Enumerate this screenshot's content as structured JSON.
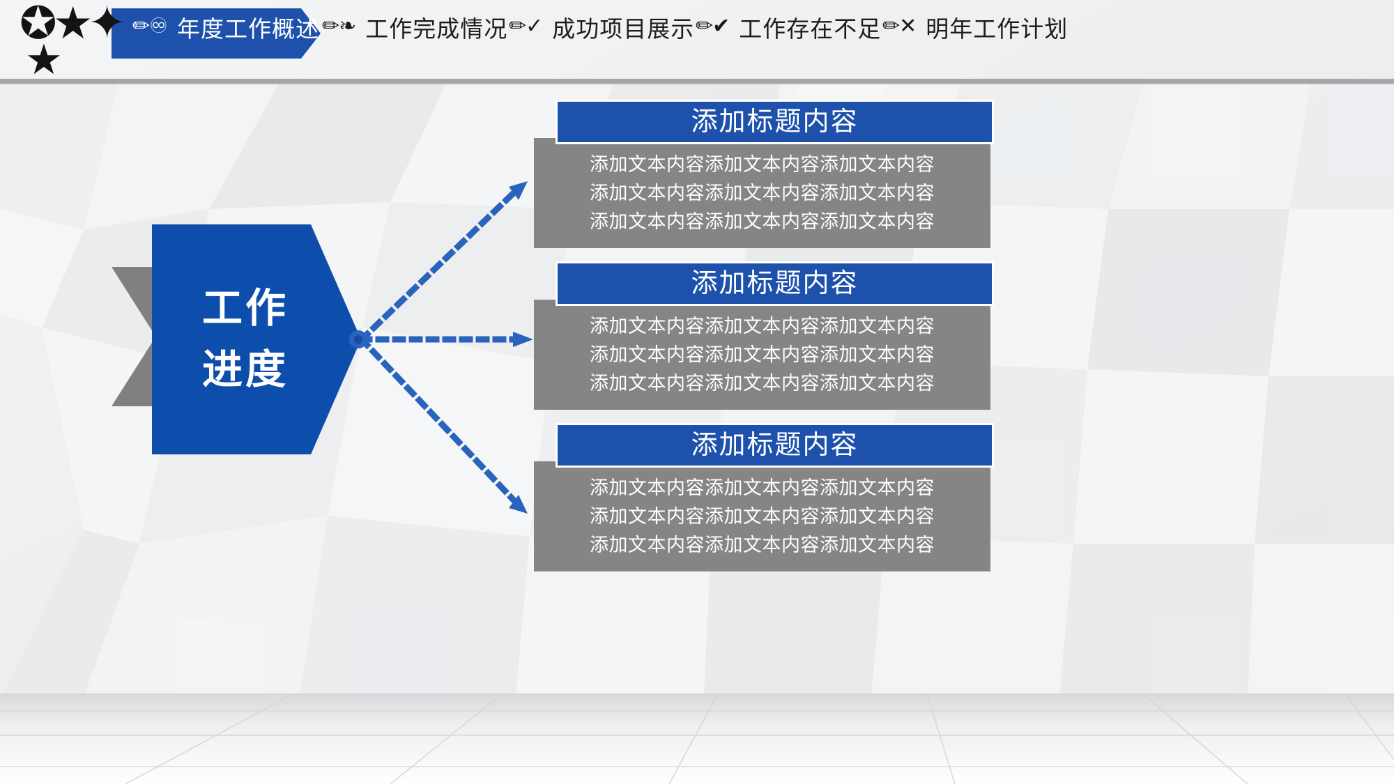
{
  "theme": {
    "accent_blue": "#1d51ab",
    "arrow_blue": "#0d4ead",
    "gray": "#858585",
    "chevron_gray": "#808080",
    "divider_gray": "#a9a9a9",
    "background": "#f2f3f4",
    "text_white": "#ffffff"
  },
  "decor": {
    "stars": [
      {
        "glyph": "✪",
        "name": "star-circle"
      },
      {
        "glyph": "★",
        "name": "star-filled"
      },
      {
        "glyph": "✦",
        "name": "star-four-point"
      },
      {
        "glyph": "★",
        "name": "star-filled-lower"
      }
    ]
  },
  "nav": {
    "items": [
      {
        "icon": "✏♾",
        "icon_name": "pencil-infinity-icon",
        "label": "年度工作概述",
        "active": true
      },
      {
        "icon": "✏❧",
        "icon_name": "pencil-bullet-icon",
        "label": "工作完成情况",
        "active": false
      },
      {
        "icon": "✏✓",
        "icon_name": "pencil-check-icon",
        "label": "成功项目展示",
        "active": false
      },
      {
        "icon": "✏✔",
        "icon_name": "pencil-check-bold-icon",
        "label": "工作存在不足",
        "active": false
      },
      {
        "icon": "✏✕",
        "icon_name": "pencil-cross-icon",
        "label": "明年工作计划",
        "active": false
      }
    ]
  },
  "hero": {
    "line1": "工作",
    "line2": "进度"
  },
  "cards": [
    {
      "title": "添加标题内容",
      "lines": [
        "添加文本内容添加文本内容添加文本内容",
        "添加文本内容添加文本内容添加文本内容",
        "添加文本内容添加文本内容添加文本内容"
      ]
    },
    {
      "title": "添加标题内容",
      "lines": [
        "添加文本内容添加文本内容添加文本内容",
        "添加文本内容添加文本内容添加文本内容",
        "添加文本内容添加文本内容添加文本内容"
      ]
    },
    {
      "title": "添加标题内容",
      "lines": [
        "添加文本内容添加文本内容添加文本内容",
        "添加文本内容添加文本内容添加文本内容",
        "添加文本内容添加文本内容添加文本内容"
      ]
    }
  ]
}
